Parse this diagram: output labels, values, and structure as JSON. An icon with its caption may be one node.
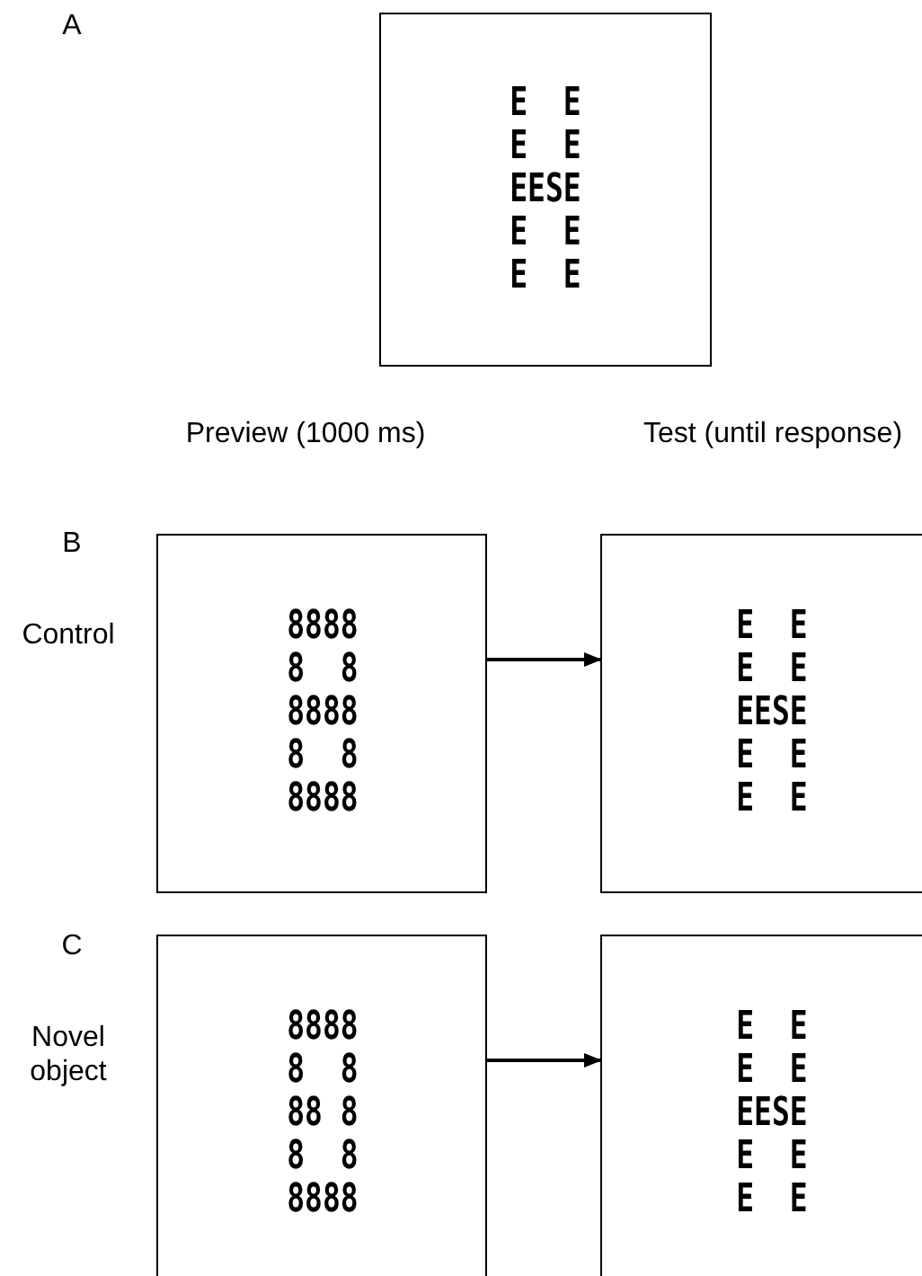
{
  "diagram": {
    "nodes": [
      {
        "text": [
          "E  E",
          "E  E",
          "EESE",
          "E  E",
          "E  E"
        ]
      },
      {
        "text": [
          "8888",
          "8  8",
          "8888",
          "8  8",
          "8888"
        ]
      },
      {
        "text": [
          "E  E",
          "E  E",
          "EESE",
          "E  E",
          "E  E"
        ]
      },
      {
        "text": [
          "8888",
          "8  8",
          "88 8",
          "8  8",
          "8888"
        ]
      },
      {
        "text": [
          "E  E",
          "E  E",
          "EESE",
          "E  E",
          "E  E"
        ]
      }
    ],
    "edges": [
      {
        "from": 1,
        "to": 2,
        "arrow": "to"
      },
      {
        "from": 3,
        "to": 4,
        "arrow": "to"
      }
    ],
    "labels": [
      "A",
      "Preview (1000 ms)",
      "Test (until response)",
      "B",
      "Control",
      "C",
      "Novel object"
    ]
  }
}
